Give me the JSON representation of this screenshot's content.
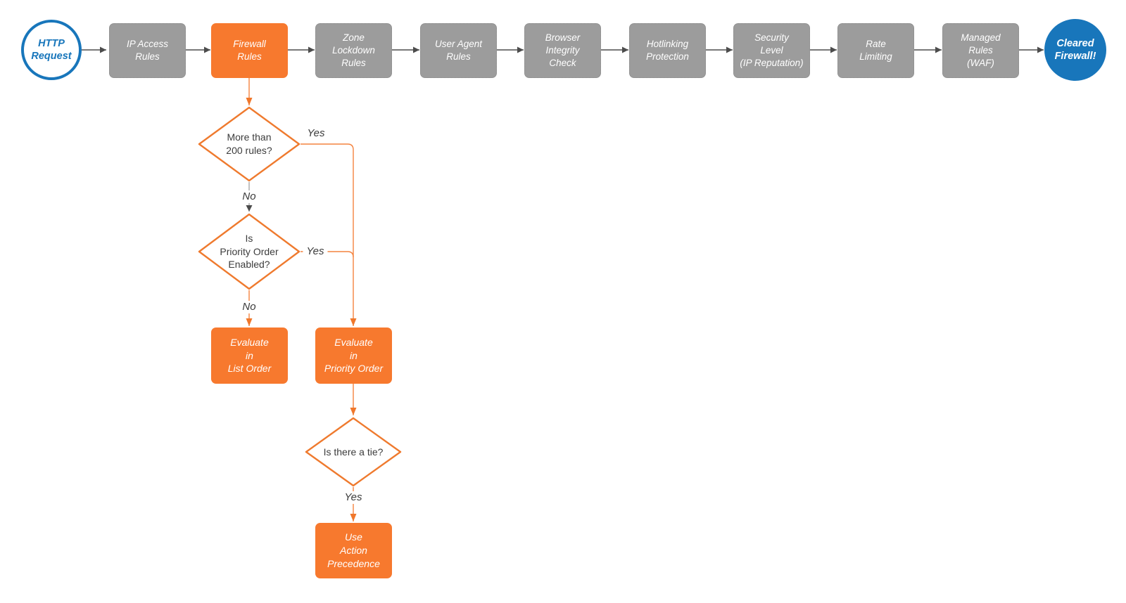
{
  "colors": {
    "accent_orange": "#F7792E",
    "accent_blue": "#1876BB",
    "stage_gray": "#9C9C9C",
    "connector_gray": "#4C4C4C",
    "diamond_border_orange": "#EF7A2E"
  },
  "flowchart": {
    "pipeline": {
      "start": {
        "label": "HTTP\nRequest"
      },
      "stages": [
        {
          "label": "IP Access\nRules"
        },
        {
          "label": "Firewall\nRules"
        },
        {
          "label": "Zone\nLockdown\nRules"
        },
        {
          "label": "User Agent\nRules"
        },
        {
          "label": "Browser\nIntegrity\nCheck"
        },
        {
          "label": "Hotlinking\nProtection"
        },
        {
          "label": "Security\nLevel\n(IP Reputation)"
        },
        {
          "label": "Rate\nLimiting"
        },
        {
          "label": "Managed\nRules\n(WAF)"
        }
      ],
      "end": {
        "label": "Cleared\nFirewall!"
      }
    },
    "branch": {
      "decision_rule_count": {
        "label": "More than\n200 rules?",
        "yes_label": "Yes",
        "no_label": "No"
      },
      "decision_priority_order": {
        "label": "Is\nPriority Order\nEnabled?",
        "yes_label": "Yes",
        "no_label": "No"
      },
      "action_list_order": {
        "label": "Evaluate\nin\nList Order"
      },
      "action_priority_order": {
        "label": "Evaluate\nin\nPriority Order"
      },
      "decision_tie": {
        "label": "Is there a tie?",
        "yes_label": "Yes"
      },
      "action_precedence": {
        "label": "Use\nAction\nPrecedence"
      }
    }
  }
}
